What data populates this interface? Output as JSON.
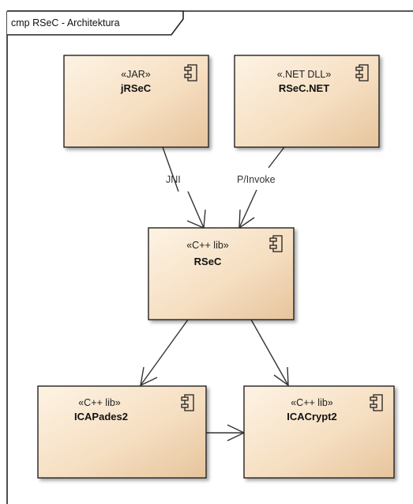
{
  "frame": {
    "title": "cmp RSeC - Architektura"
  },
  "components": [
    {
      "id": "jrsec",
      "stereotype": "«JAR»",
      "name": "jRSeC"
    },
    {
      "id": "rsecnet",
      "stereotype": "«.NET DLL»",
      "name": "RSeC.NET"
    },
    {
      "id": "rsec",
      "stereotype": "«C++ lib»",
      "name": "RSeC"
    },
    {
      "id": "icapades2",
      "stereotype": "«C++ lib»",
      "name": "ICAPades2"
    },
    {
      "id": "icacrypt2",
      "stereotype": "«C++ lib»",
      "name": "ICACrypt2"
    }
  ],
  "dependencies": [
    {
      "from": "jRSeC",
      "to": "RSeC",
      "label": "JNI"
    },
    {
      "from": "RSeC.NET",
      "to": "RSeC",
      "label": "P/Invoke"
    },
    {
      "from": "RSeC",
      "to": "ICAPades2",
      "label": ""
    },
    {
      "from": "RSeC",
      "to": "ICACrypt2",
      "label": ""
    },
    {
      "from": "ICAPades2",
      "to": "ICACrypt2",
      "label": ""
    }
  ],
  "colors": {
    "component_fill_light": "#fcf0e0",
    "component_fill_dark": "#e8c8a0",
    "border": "#222222",
    "frame_border": "#222222"
  },
  "icons": {
    "component": "uml-component-icon"
  }
}
